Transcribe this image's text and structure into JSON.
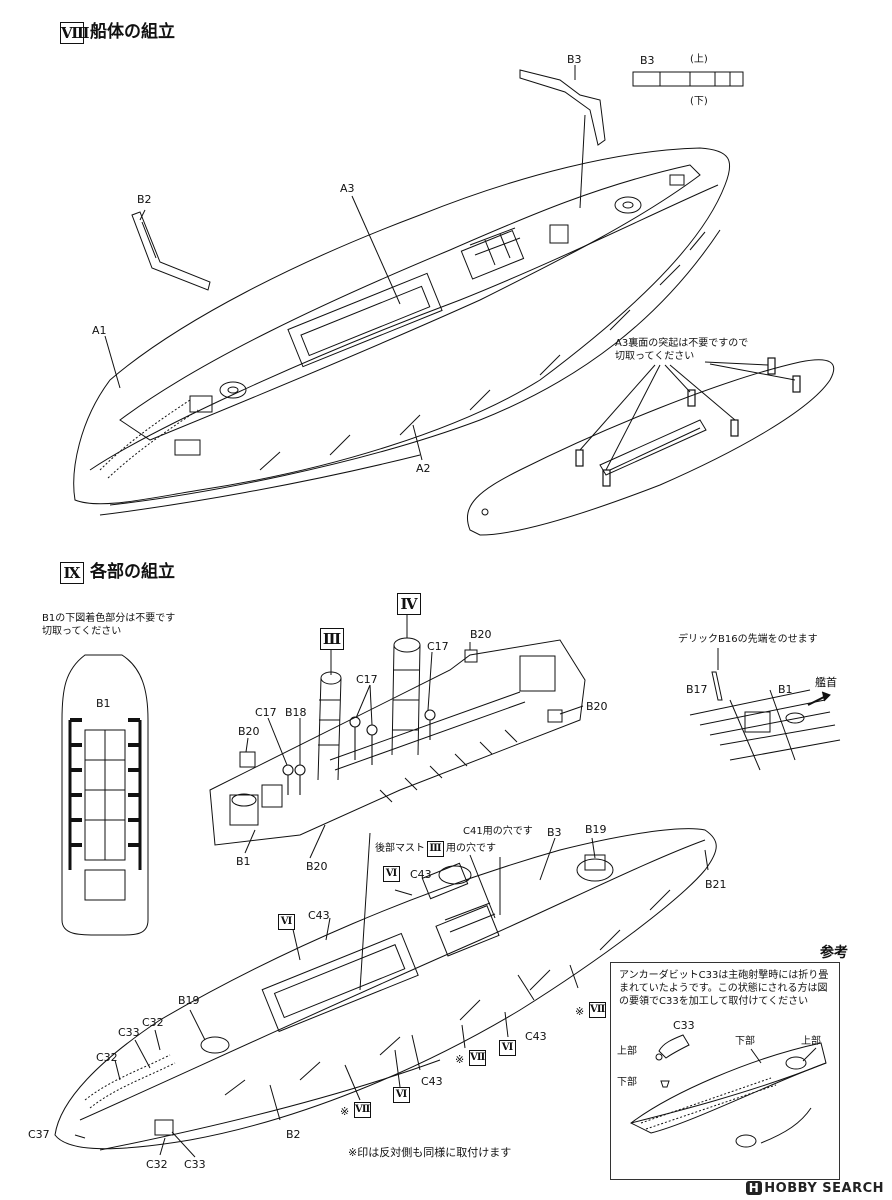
{
  "sections": {
    "viii": {
      "numeral": "Ⅷ",
      "title": "船体の組立"
    },
    "ix": {
      "numeral": "Ⅸ",
      "title": "各部の組立"
    }
  },
  "hull_assembly": {
    "labels": {
      "a1": "A1",
      "a2": "A2",
      "a3": "A3",
      "b2": "B2",
      "b3": "B3"
    },
    "b3_detail": {
      "label": "B3",
      "top": "(上)",
      "bottom": "(下)"
    },
    "a3_note": "A3裏面の突起は不要ですので\n切取ってください"
  },
  "parts_assembly": {
    "b1_note": "B1の下図着色部分は不要です\n切取ってください",
    "b1_label": "B1",
    "deck_labels": {
      "iii": "Ⅲ",
      "iv": "Ⅳ",
      "c17a": "C17",
      "c17b": "C17",
      "c17c": "C17",
      "b18": "B18",
      "b20a": "B20",
      "b20b": "B20",
      "b20c": "B20",
      "b20d": "B20",
      "b1": "B1"
    },
    "derrick": {
      "note": "デリックB16の先端をのせます",
      "b17": "B17",
      "b1": "B1",
      "bow": "艦首"
    },
    "hull_labels": {
      "c41_note": "C41用の穴です",
      "mast_note_pre": "後部マスト",
      "mast_numeral": "Ⅲ",
      "mast_note_post": "用の穴です",
      "b3": "B3",
      "b19a": "B19",
      "b21": "B21",
      "vi1": "Ⅵ",
      "vi2": "Ⅵ",
      "vi3": "Ⅵ",
      "vi4": "Ⅵ",
      "c43a": "C43",
      "c43b": "C43",
      "c43c": "C43",
      "c43d": "C43",
      "b19b": "B19",
      "c33a": "C33",
      "c33b": "C33",
      "c32a": "C32",
      "c32b": "C32",
      "c32c": "C32",
      "c37": "C37",
      "b2": "B2",
      "vii_mark": "※",
      "vii": "Ⅶ"
    },
    "both_sides_note": "※印は反対側も同様に取付けます"
  },
  "reference": {
    "title": "参考",
    "note": "アンカーダビットC33は主砲射撃時には折り畳\nまれていたようです。この状態にされる方は図\nの要領でC33を加工して取付けてください",
    "c33": "C33",
    "upper": "上部",
    "lower": "下部"
  },
  "watermark": {
    "badge": "H",
    "text": "HOBBY SEARCH"
  }
}
